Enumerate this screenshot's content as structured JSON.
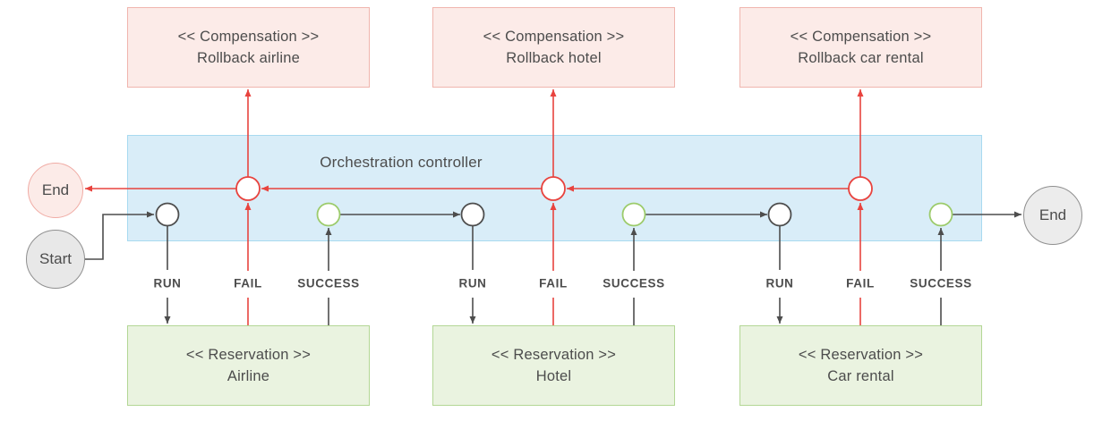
{
  "diagram": {
    "controller_label": "Orchestration controller",
    "start_label": "Start",
    "end_left_label": "End",
    "end_right_label": "End",
    "compensations": [
      {
        "stereotype": "<< Compensation >>",
        "name": "Rollback airline"
      },
      {
        "stereotype": "<< Compensation >>",
        "name": "Rollback hotel"
      },
      {
        "stereotype": "<< Compensation >>",
        "name": "Rollback car rental"
      }
    ],
    "reservations": [
      {
        "stereotype": "<< Reservation >>",
        "name": "Airline"
      },
      {
        "stereotype": "<< Reservation >>",
        "name": "Hotel"
      },
      {
        "stereotype": "<< Reservation >>",
        "name": "Car rental"
      }
    ],
    "edge_labels": {
      "run": "RUN",
      "fail": "FAIL",
      "success": "SUCCESS"
    }
  },
  "colors": {
    "red": "#e8433e",
    "dark": "#4d4d4d",
    "green": "#9ccb6b",
    "text": "#4c4c4c",
    "band_fill": "#d9edf8",
    "band_border": "#a8daf0",
    "comp_fill": "#fcebe8",
    "comp_border": "#f0b5ae",
    "res_fill": "#eaf3e0",
    "res_border": "#b3d795",
    "start_fill": "#e8e8e8",
    "start_border": "#8f8f8f",
    "end_fill": "#ececec",
    "end_border": "#8f8f8f",
    "endleft_fill": "#fcebe8",
    "endleft_border": "#f0aba4"
  }
}
